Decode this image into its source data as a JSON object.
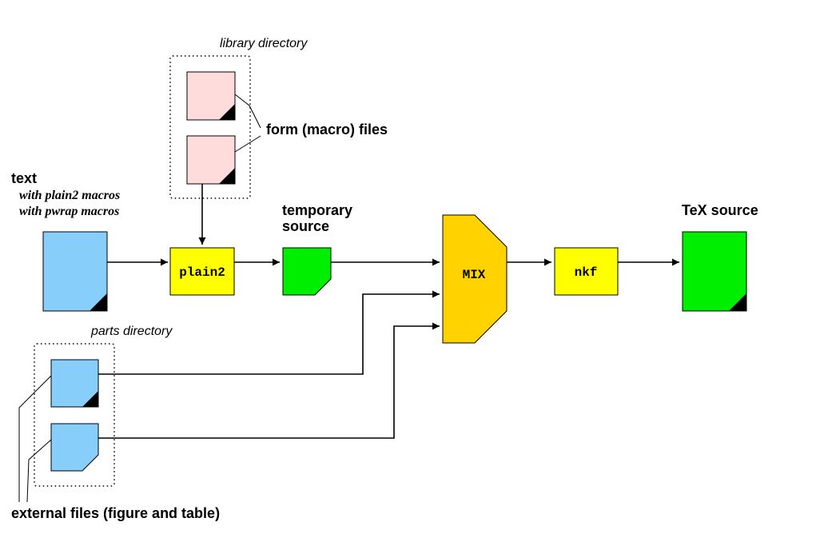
{
  "labels": {
    "library_directory": "library directory",
    "form_files": "form (macro) files",
    "text": "text",
    "with_plain2": "with plain2 macros",
    "with_pwrap": "with pwrap macros",
    "temporary_line1": "temporary",
    "temporary_line2": "source",
    "tex_source": "TeX source",
    "parts_directory": "parts directory",
    "external_files": "external files (figure and table)"
  },
  "processes": {
    "plain2": "plain2",
    "mix": "MIX",
    "nkf": "nkf"
  },
  "colors": {
    "text_file": "#87cefa",
    "form_file": "#ffdcdc",
    "temporary_source": "#00ee00",
    "tex_source": "#00ee00",
    "plain2_box": "#ffff00",
    "nkf_box": "#ffff00",
    "mix_box": "#ffd200",
    "part_file": "#87cefa"
  }
}
